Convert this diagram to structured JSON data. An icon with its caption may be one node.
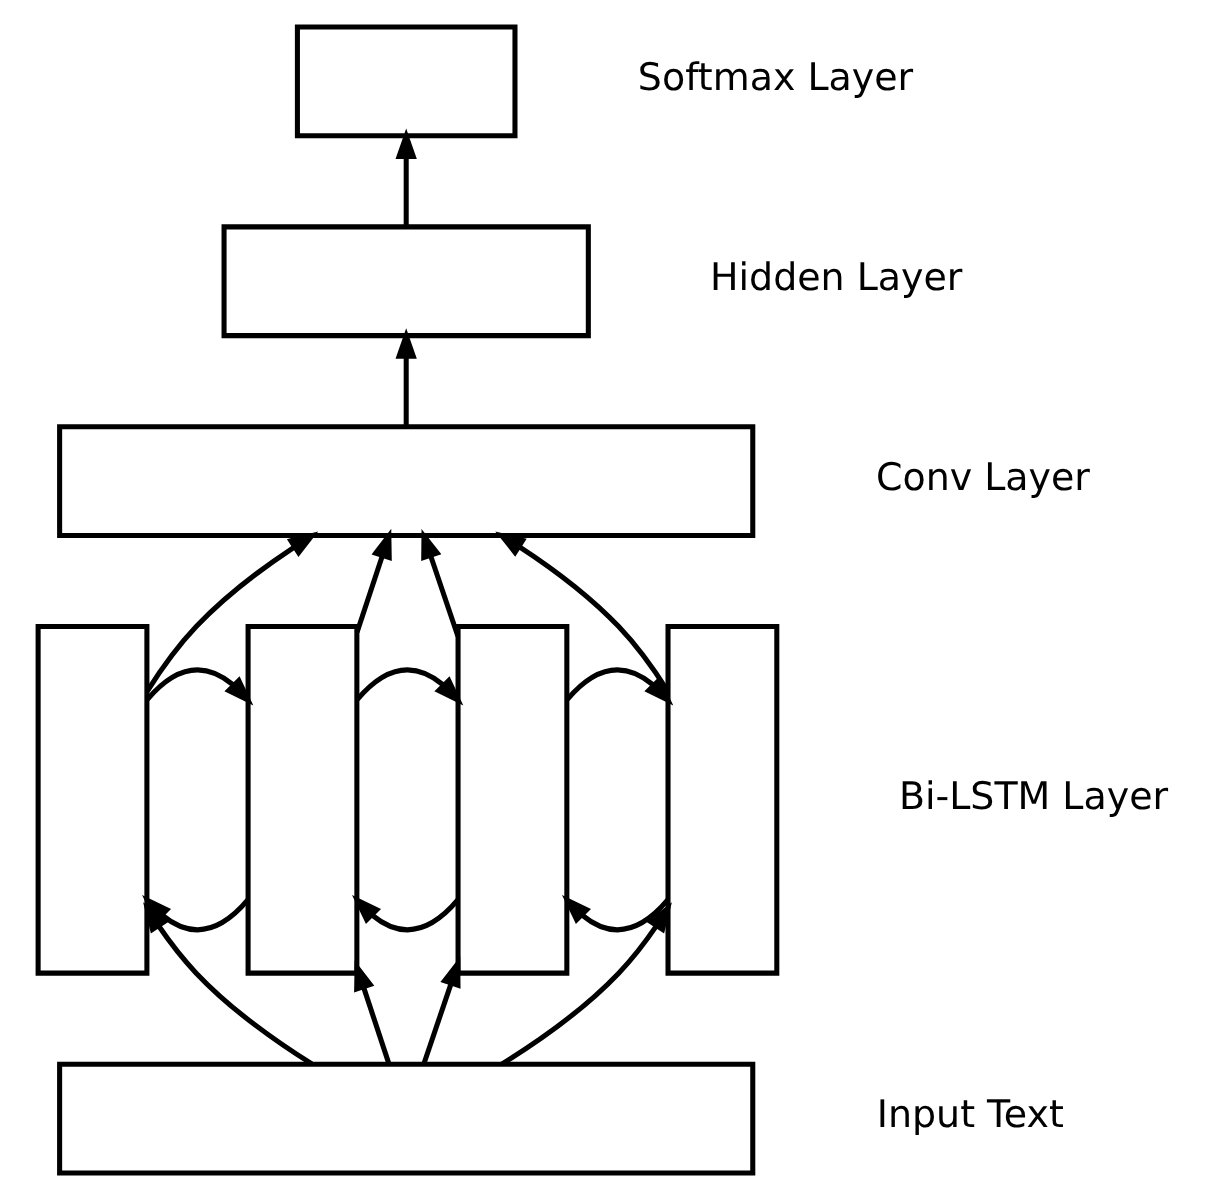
{
  "diagram": {
    "nodes": [
      {
        "text": [],
        "shape": "box"
      },
      {
        "text": [],
        "shape": "box"
      },
      {
        "text": [],
        "shape": "box"
      },
      {
        "text": [],
        "shape": "box"
      },
      {
        "text": [],
        "shape": "box"
      },
      {
        "text": [],
        "shape": "box"
      },
      {
        "text": [],
        "shape": "box"
      },
      {
        "text": [],
        "shape": "box"
      }
    ],
    "edges": [
      {
        "from": 7,
        "to": 3,
        "arrow": "to"
      },
      {
        "from": 7,
        "to": 4,
        "arrow": "to"
      },
      {
        "from": 7,
        "to": 5,
        "arrow": "to"
      },
      {
        "from": 7,
        "to": 6,
        "arrow": "to"
      },
      {
        "from": 4,
        "to": 3,
        "arrow": "to"
      },
      {
        "from": 5,
        "to": 4,
        "arrow": "to"
      },
      {
        "from": 6,
        "to": 5,
        "arrow": "to"
      },
      {
        "from": 3,
        "to": 4,
        "arrow": "to"
      },
      {
        "from": 4,
        "to": 5,
        "arrow": "to"
      },
      {
        "from": 5,
        "to": 6,
        "arrow": "to"
      },
      {
        "from": 3,
        "to": 2,
        "arrow": "to"
      },
      {
        "from": 4,
        "to": 2,
        "arrow": "to"
      },
      {
        "from": 5,
        "to": 2,
        "arrow": "to"
      },
      {
        "from": 6,
        "to": 2,
        "arrow": "to"
      },
      {
        "from": 2,
        "to": 1,
        "arrow": "to"
      },
      {
        "from": 1,
        "to": 0,
        "arrow": "to"
      }
    ],
    "labels": [
      "Softmax Layer",
      "Hidden Layer",
      "Conv Layer",
      "Bi-LSTM Layer",
      "Input Text"
    ]
  }
}
